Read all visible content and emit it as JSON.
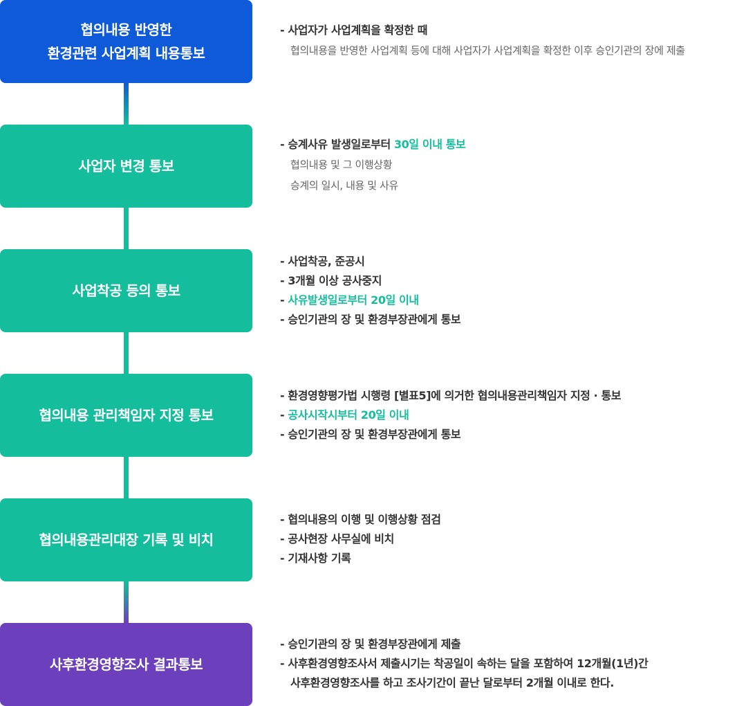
{
  "colors": {
    "blue": "#0f5ad8",
    "teal": "#14bd9c",
    "purple": "#6c40bc",
    "text": "#333333",
    "subtext": "#666666"
  },
  "steps": [
    {
      "title_line1": "협의내용 반영한",
      "title_line2": "환경관련 사업계획 내용통보",
      "desc_main": "- 사업자가 사업계획을 확정한 때",
      "desc_sub1": "협의내용을 반영한 사업계획 등에 대해 사업자가 사업계획을 확정한 이후 승인기관의 장에 제출"
    },
    {
      "title": "사업자 변경 통보",
      "desc_main_prefix": "- 승계사유 발생일로부터 ",
      "desc_main_highlight": "30일 이내 통보",
      "desc_sub1": "협의내용 및 그 이행상황",
      "desc_sub2": "승계의 일시, 내용 및 사유"
    },
    {
      "title": "사업착공 등의 통보",
      "line1": "- 사업착공, 준공시",
      "line2": "- 3개월 이상 공사중지",
      "line3_prefix": "- ",
      "line3_highlight": "사유발생일로부터 20일 이내",
      "line4": "- 승인기관의 장 및 환경부장관에게 통보"
    },
    {
      "title": "협의내용 관리책임자 지정 통보",
      "line1": "- 환경영향평가법 시행령 [별표5]에 의거한 협의내용관리책임자 지정 · 통보",
      "line2_prefix": "- ",
      "line2_highlight": "공사시작시부터 20일 이내",
      "line3": "- 승인기관의 장 및 환경부장관에게 통보"
    },
    {
      "title": "협의내용관리대장 기록 및 비치",
      "line1": "- 협의내용의 이행 및 이행상황 점검",
      "line2": "- 공사현장 사무실에 비치",
      "line3": "- 기재사항 기록"
    },
    {
      "title": "사후환경영향조사 결과통보",
      "line1": "- 승인기관의 장 및 환경부장관에게 제출",
      "line2": "- 사후환경영향조사서 제출시기는 착공일이 속하는 달을 포함하여 12개월(1년)간",
      "line3": "사후환경영향조사를 하고 조사기간이 끝난 달로부터 2개월 이내로 한다."
    }
  ]
}
